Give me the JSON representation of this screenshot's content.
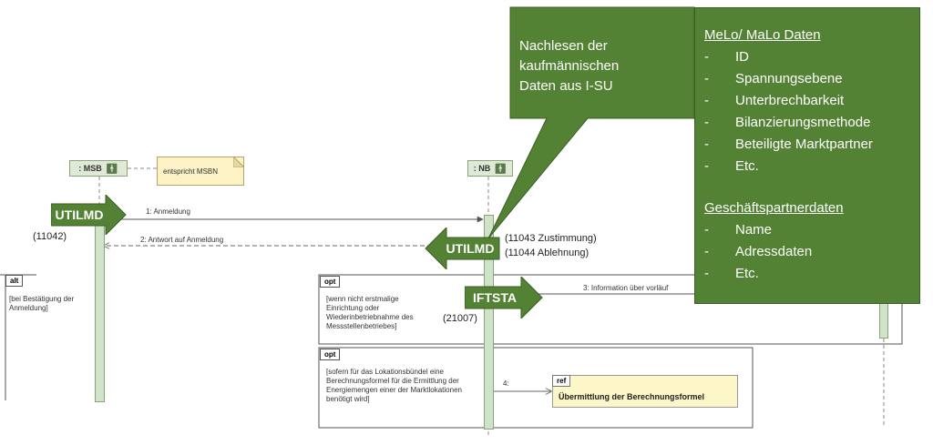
{
  "lifelines": {
    "msb": {
      "label": ": MSB"
    },
    "nb": {
      "label": ": NB"
    }
  },
  "note": {
    "text": "entspricht MSBN"
  },
  "messages": {
    "m1": "1: Anmeldung",
    "m2": "2: Antwort auf Anmeldung",
    "m3": "3: Information über vorläuf",
    "m4": "4:"
  },
  "frames": {
    "alt": {
      "tag": "alt",
      "guard": "[bei Bestätigung der Anmeldung]"
    },
    "opt1": {
      "tag": "opt",
      "guard": "[wenn nicht erstmalige Einrichtung oder Wiederinbetriebnahme des Messstellenbetriebes]"
    },
    "opt2": {
      "tag": "opt",
      "guard": "[sofern für das Lokationsbündel eine Berechnungsformel für die Ermittlung der Energiemengen einer der Marktlokationen benötigt wird]"
    }
  },
  "ref": {
    "tag": "ref",
    "title": "Übermittlung der Berechnungsformel"
  },
  "arrows": {
    "utilmd1": "UTILMD",
    "utilmd2": "UTILMD",
    "iftsta": "IFTSTA"
  },
  "codes": {
    "c11042": "(11042)",
    "c11043": "(11043 Zustimmung)",
    "c11044": "(11044 Ablehnung)",
    "c21007": "(21007)"
  },
  "callout": {
    "lines": [
      "Nachlesen der",
      "kaufmännischen",
      "Daten aus I-SU"
    ]
  },
  "data_box": {
    "heading1": "MeLo/ MaLo Daten",
    "items1": [
      "ID",
      "Spannungsebene",
      "Unterbrechbarkeit",
      "Bilanzierungsmethode",
      "Beteiligte Marktpartner",
      "Etc."
    ],
    "heading2": "Geschäftspartnerdaten",
    "items2": [
      "Name",
      "Adressdaten",
      "Etc."
    ]
  },
  "colors": {
    "green": "#548235",
    "lifeline_fill": "#cfe3c9",
    "note_fill": "#fdf1c6",
    "ref_fill": "#fdf6c8"
  }
}
